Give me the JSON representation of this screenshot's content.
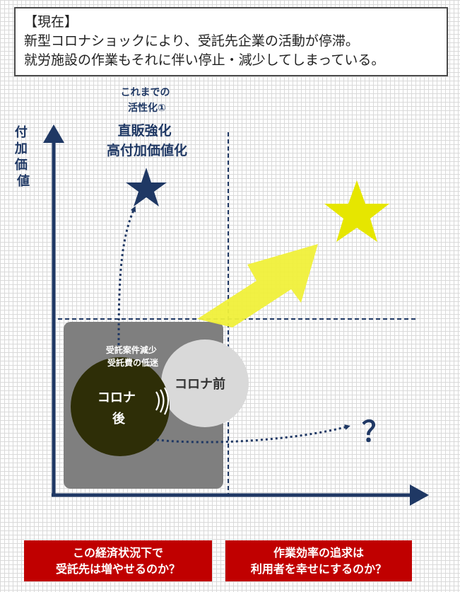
{
  "status": {
    "heading": "【現在】",
    "line1": "新型コロナショックにより、受託先企業の活動が停滞。",
    "line2": "就労施設の作業もそれに伴い停止・減少してしまっている。"
  },
  "axes": {
    "y_label_chars": [
      "付",
      "加",
      "価",
      "値"
    ]
  },
  "past_effort": {
    "caption_line1": "これまでの",
    "caption_line2": "活性化①",
    "title_line1": "直販強化",
    "title_line2": "高付加価値化"
  },
  "circles": {
    "before_label": "コロナ前",
    "after_label_line1": "コロナ",
    "after_label_line2": "後",
    "drop_line1": "受託案件減少",
    "drop_line2": "受託費の低迷"
  },
  "question_mark": "？",
  "questions": [
    {
      "line1": "この経済状況下で",
      "line2": "受託先は増やせるのか？"
    },
    {
      "line1": "作業効率の追求は",
      "line2": "利用者を幸せにするのか？"
    }
  ],
  "colors": {
    "navy": "#1f3864",
    "star_navy": "#1f3864",
    "star_yellow": "#e6e600",
    "arrow_yellow": "#f0f03a",
    "dark_square": "#7f7f7f",
    "circle_before": "#d9d9d9",
    "circle_after": "#2e2e07",
    "question_red": "#c00000"
  }
}
